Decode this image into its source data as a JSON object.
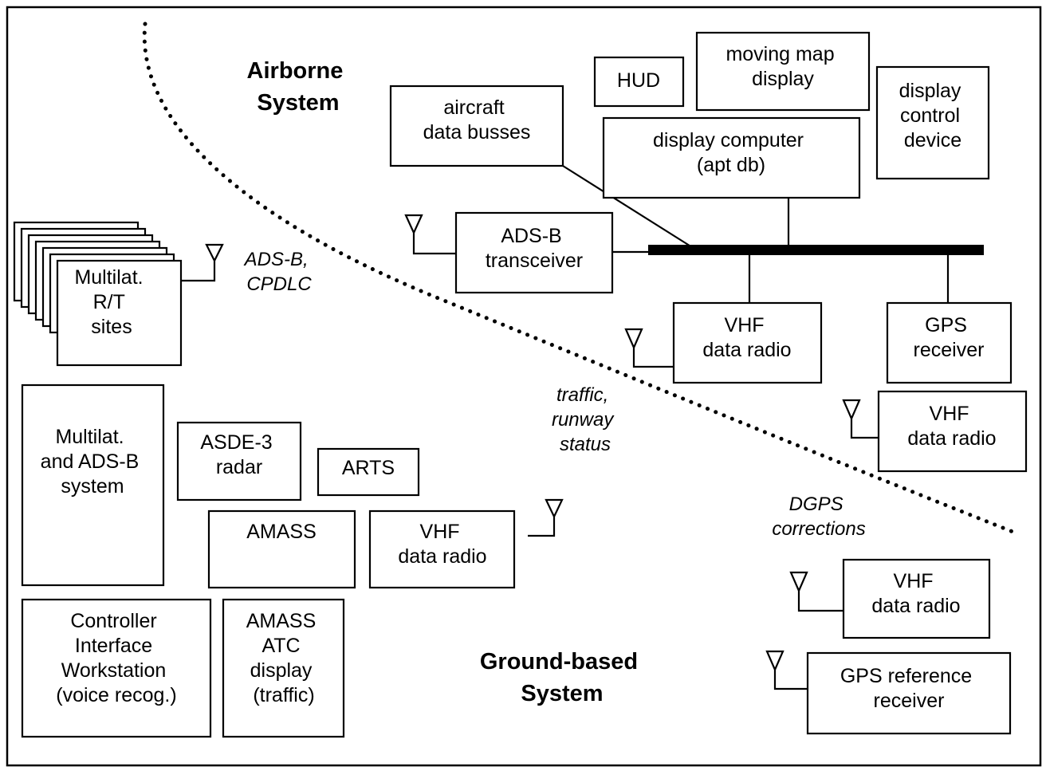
{
  "headings": {
    "airborne": [
      "Airborne",
      "System"
    ],
    "ground": [
      "Ground-based",
      "System"
    ]
  },
  "annotations": {
    "adsb_cpdlc": [
      "ADS-B,",
      "CPDLC"
    ],
    "traffic_status": [
      "traffic,",
      "runway",
      "status"
    ],
    "dgps": [
      "DGPS",
      "corrections"
    ]
  },
  "airborne_components": {
    "hud": [
      "HUD"
    ],
    "moving_map": [
      "moving map",
      "display"
    ],
    "display_control": [
      "display",
      "control",
      "device"
    ],
    "aircraft_data_busses": [
      "aircraft",
      "data busses"
    ],
    "display_computer": [
      "display computer",
      "(apt db)"
    ],
    "adsb_transceiver": [
      "ADS-B",
      "transceiver"
    ],
    "vhf_radio_air": [
      "VHF",
      "data radio"
    ],
    "gps_receiver": [
      "GPS",
      "receiver"
    ]
  },
  "ground_components": {
    "multilat_rt_sites": [
      "Multilat.",
      "R/T",
      "sites"
    ],
    "multilat_adsb_system": [
      "Multilat.",
      "and ADS-B",
      "system"
    ],
    "asde3_radar": [
      "ASDE-3",
      "radar"
    ],
    "arts": [
      "ARTS"
    ],
    "amass": [
      "AMASS"
    ],
    "vhf_radio_ground": [
      "VHF",
      "data radio"
    ],
    "vhf_radio_right_upper": [
      "VHF",
      "data radio"
    ],
    "vhf_radio_right_lower": [
      "VHF",
      "data radio"
    ],
    "gps_reference_receiver": [
      "GPS reference",
      "receiver"
    ],
    "controller_workstation": [
      "Controller",
      "Interface",
      "Workstation",
      "(voice recog.)"
    ],
    "amass_atc_display": [
      "AMASS",
      "ATC",
      "display",
      "(traffic)"
    ]
  }
}
